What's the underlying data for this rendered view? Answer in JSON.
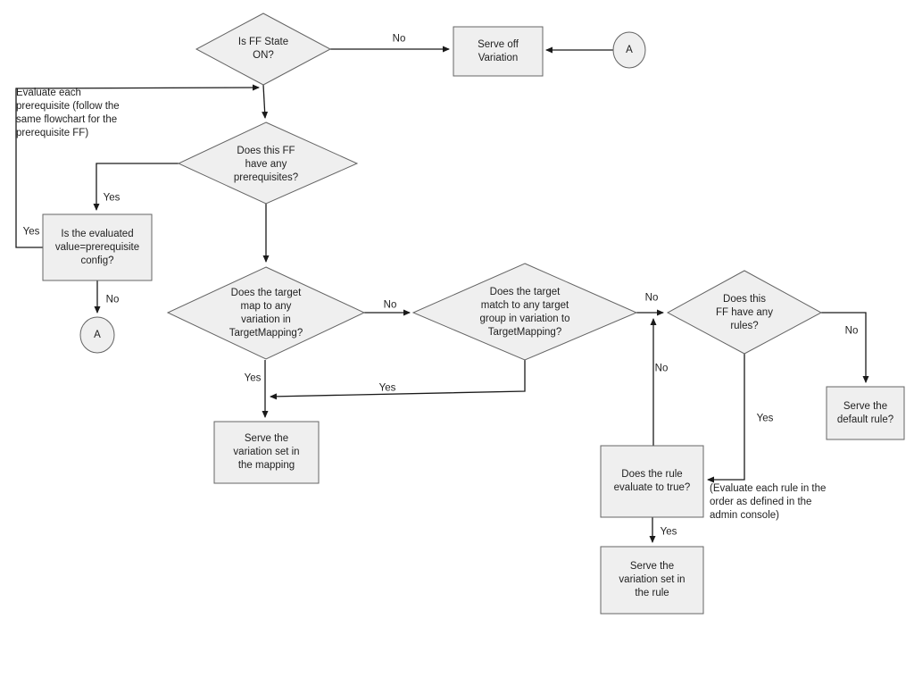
{
  "diagram": {
    "nodes": {
      "is_ff_on": {
        "label": "Is FF State\nON?"
      },
      "serve_off_variation": {
        "label": "Serve off\nVariation"
      },
      "connector_a_top": {
        "label": "A"
      },
      "prereq_note": {
        "label": "Evaluate each\nprerequisite (follow the\nsame flowchart for the\nprerequisite FF)"
      },
      "has_prereqs": {
        "label": "Does this FF\nhave any\nprerequisites?"
      },
      "prereq_value_check": {
        "label": "Is the evaluated\nvalue=prerequisite\nconfig?"
      },
      "connector_a_left": {
        "label": "A"
      },
      "target_mapping": {
        "label": "Does the target\nmap to any\nvariation in\nTargetMapping?"
      },
      "target_group": {
        "label": "Does the target\nmatch to any target\ngroup in variation to\nTargetMapping?"
      },
      "has_rules": {
        "label": "Does this\nFF have any\nrules?"
      },
      "serve_default_rule": {
        "label": "Serve the\ndefault rule?"
      },
      "rule_evaluates_true": {
        "label": "Does the rule\nevaluate to true?"
      },
      "rule_order_note": {
        "label": "(Evaluate each rule in the\norder as defined in the\nadmin console)"
      },
      "serve_rule_variation": {
        "label": "Serve the\nvariation set in\nthe rule"
      },
      "serve_mapping_variation": {
        "label": "Serve the\nvariation set in\nthe mapping"
      }
    },
    "edge_labels": {
      "d1_no": "No",
      "loop_yes": "Yes",
      "prereq_yes": "Yes",
      "prereq_no": "No",
      "mapping_no": "No",
      "group_no": "No",
      "rules_no": "No",
      "rule_no": "No",
      "rules_yes": "Yes",
      "rule_yes": "Yes",
      "mapping_yes": "Yes",
      "group_yes": "Yes"
    },
    "colors": {
      "shape_fill": "#efefef",
      "shape_stroke": "#646464",
      "line": "#1a1a1a",
      "text": "#1f1f1f",
      "background": "#ffffff"
    }
  }
}
